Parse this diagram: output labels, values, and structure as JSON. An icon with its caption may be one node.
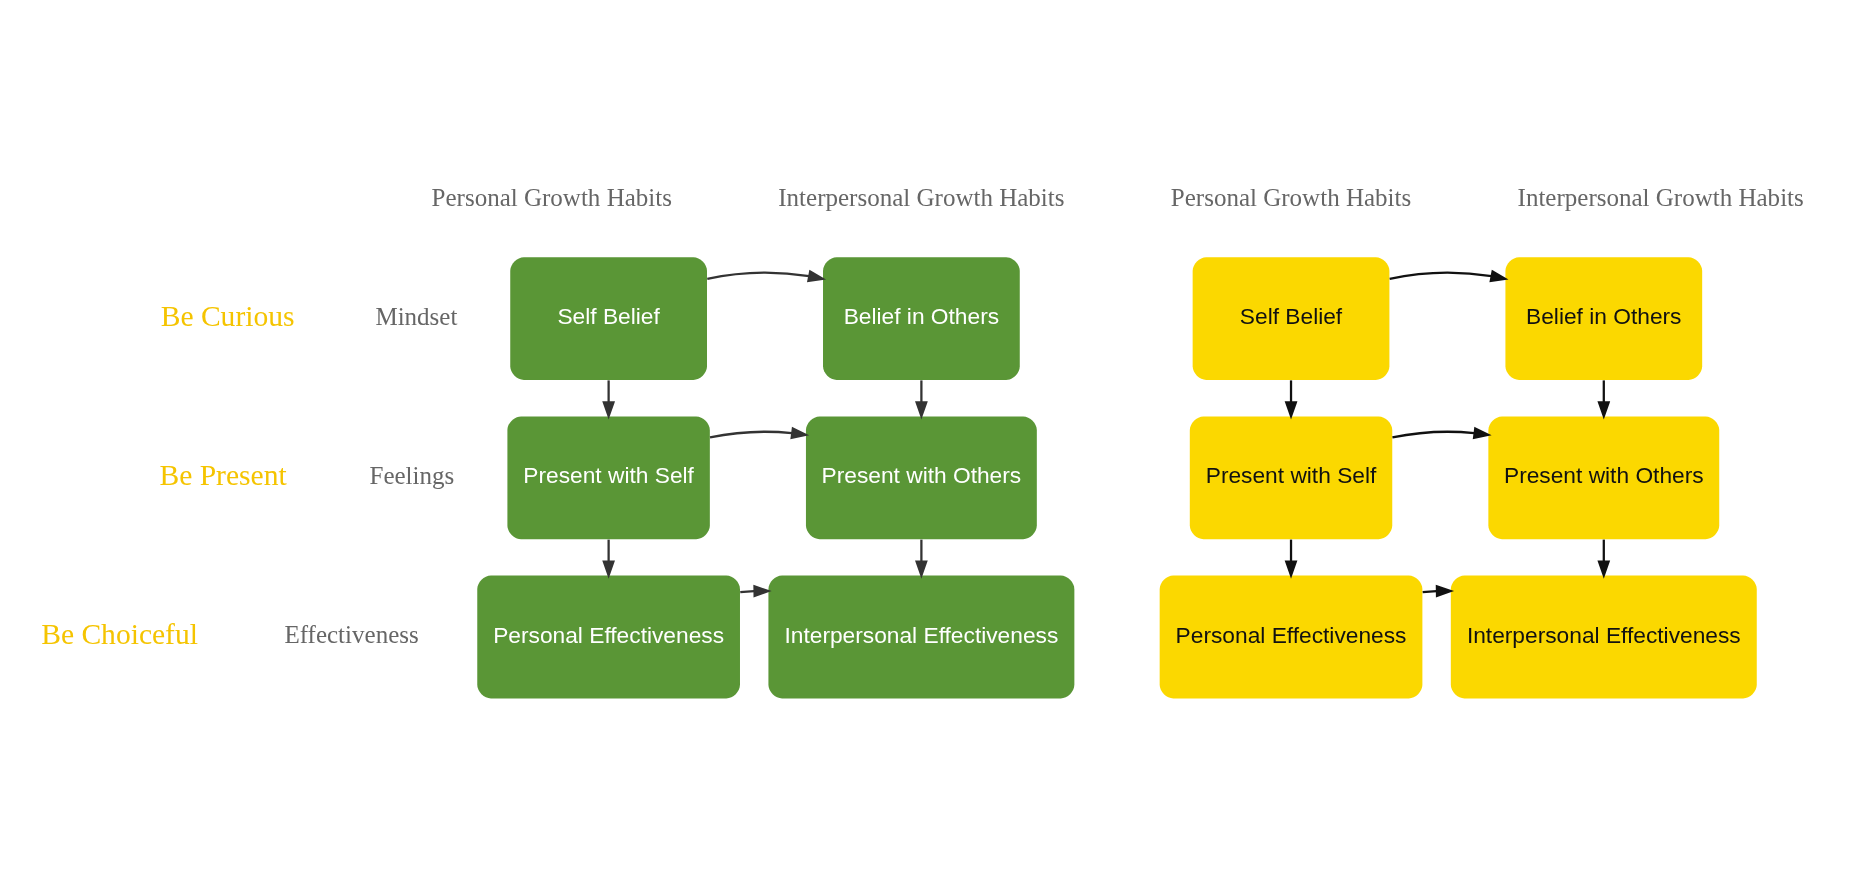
{
  "diagram": {
    "nodes": [
      {
        "text": [
          "Self Belief"
        ]
      },
      {
        "text": [
          "Belief in Others"
        ]
      },
      {
        "text": [
          "Present with Self"
        ]
      },
      {
        "text": [
          "Present with Others"
        ]
      },
      {
        "text": [
          "Personal Effectiveness"
        ]
      },
      {
        "text": [
          "Interpersonal Effectiveness"
        ]
      },
      {
        "text": [
          "Self Belief"
        ]
      },
      {
        "text": [
          "Belief in Others"
        ]
      },
      {
        "text": [
          "Present with Self"
        ]
      },
      {
        "text": [
          "Present with Others"
        ]
      },
      {
        "text": [
          "Personal Effectiveness"
        ]
      },
      {
        "text": [
          "Interpersonal Effectiveness"
        ]
      }
    ],
    "edges": [
      {
        "from": 0,
        "to": 1,
        "arrow": "to"
      },
      {
        "from": 0,
        "to": 2,
        "arrow": "to"
      },
      {
        "from": 1,
        "to": 3,
        "arrow": "to"
      },
      {
        "from": 2,
        "to": 3,
        "arrow": "to"
      },
      {
        "from": 2,
        "to": 4,
        "arrow": "to"
      },
      {
        "from": 3,
        "to": 5,
        "arrow": "to"
      },
      {
        "from": 4,
        "to": 5,
        "arrow": "to"
      },
      {
        "from": 6,
        "to": 7,
        "arrow": "to"
      },
      {
        "from": 6,
        "to": 8,
        "arrow": "to"
      },
      {
        "from": 7,
        "to": 9,
        "arrow": "to"
      },
      {
        "from": 8,
        "to": 9,
        "arrow": "to"
      },
      {
        "from": 8,
        "to": 10,
        "arrow": "to"
      },
      {
        "from": 9,
        "to": 11,
        "arrow": "to"
      },
      {
        "from": 10,
        "to": 11,
        "arrow": "to"
      }
    ],
    "labels": [
      "Personal Growth Habits",
      "Interpersonal Growth Habits",
      "Personal Growth Habits",
      "Interpersonal Growth Habits",
      "Be Curious",
      "Mindset",
      "Be Present",
      "Feelings",
      "Be Choiceful",
      "Effectiveness"
    ]
  }
}
